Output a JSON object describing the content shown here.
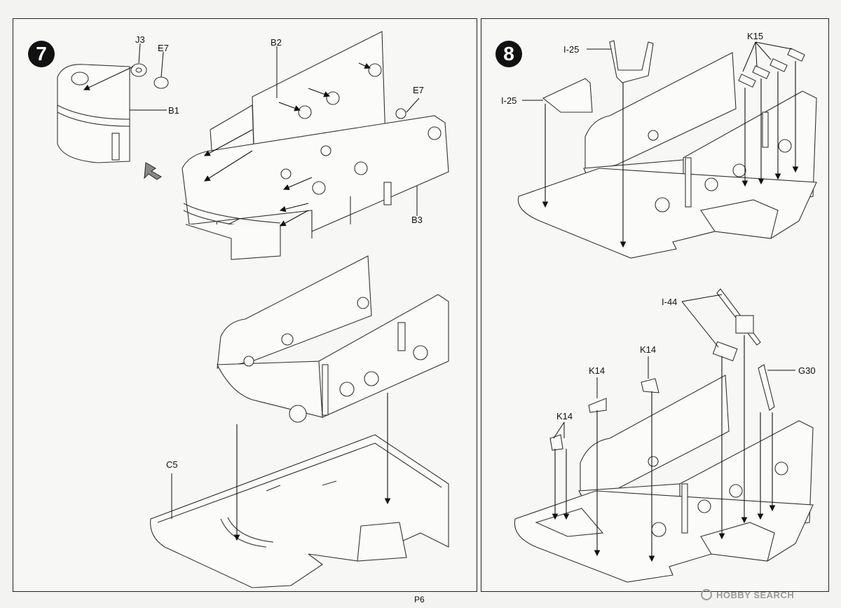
{
  "page": {
    "number": "P6"
  },
  "step7": {
    "badge": "7",
    "labels": {
      "j3": "J3",
      "e7_top": "E7",
      "b1": "B1",
      "b2": "B2",
      "e7_right": "E7",
      "b3": "B3",
      "c5": "C5"
    }
  },
  "step8": {
    "badge": "8",
    "labels": {
      "i25_top": "I-25",
      "i25_left": "I-25",
      "k15": "K15",
      "i44": "I-44",
      "k14_a": "K14",
      "k14_b": "K14",
      "k14_c": "K14",
      "g30": "G30"
    }
  },
  "watermark": {
    "text": "HOBBY SEARCH",
    "icon": "hobbysearch-logo-icon"
  }
}
